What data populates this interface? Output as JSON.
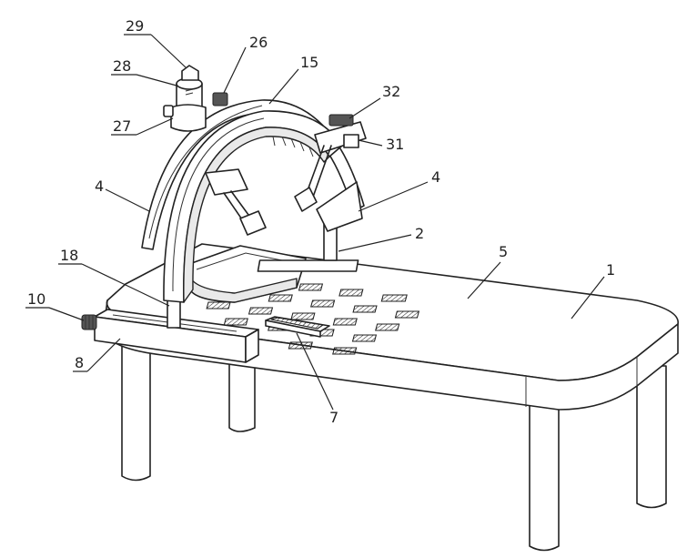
{
  "labels": {
    "l29": "29",
    "l26": "26",
    "l15": "15",
    "l28": "28",
    "l32": "32",
    "l27": "27",
    "l31": "31",
    "l4a": "4",
    "l4b": "4",
    "l2": "2",
    "l18": "18",
    "l5": "5",
    "l1": "1",
    "l10": "10",
    "l8": "8",
    "l7": "7"
  },
  "colors": {
    "stroke": "#222222",
    "background": "#ffffff",
    "shade": "#e9e9e9"
  }
}
